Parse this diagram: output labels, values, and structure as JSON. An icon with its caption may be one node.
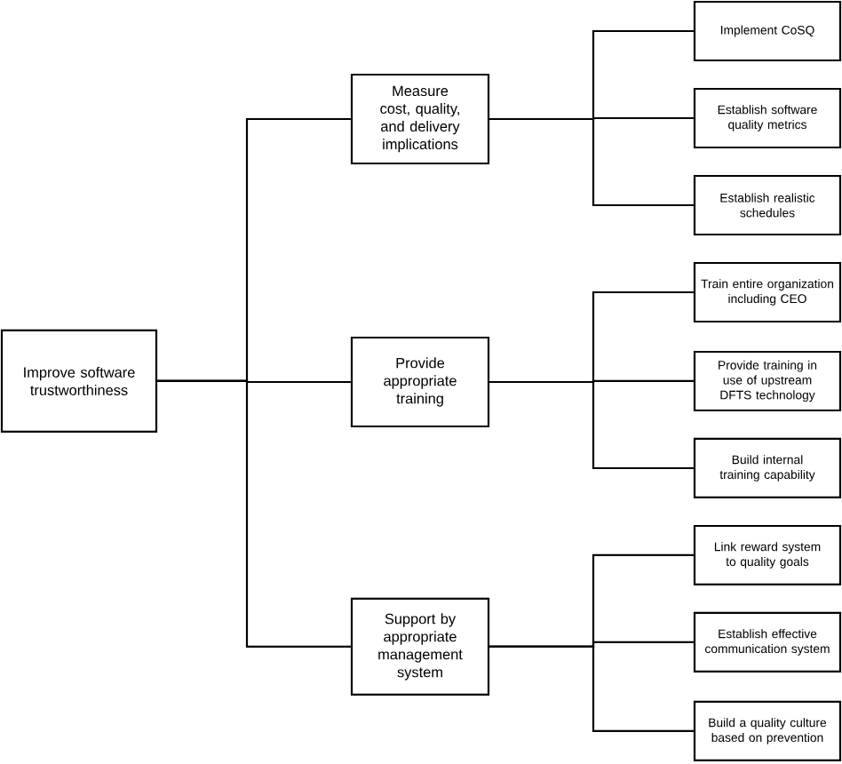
{
  "diagram": {
    "nodes": [
      {
        "text": [
          "Improve software trustworthiness"
        ]
      },
      {
        "text": [
          "Measure cost, quality, and delivery implications"
        ]
      },
      {
        "text": [
          "Provide appropriate training"
        ]
      },
      {
        "text": [
          "Support by appropriate management system"
        ]
      },
      {
        "text": [
          "Implement CoSQ"
        ]
      },
      {
        "text": [
          "Establish software quality metrics"
        ]
      },
      {
        "text": [
          "Establish realistic schedules"
        ]
      },
      {
        "text": [
          "Train entire organization including CEO"
        ]
      },
      {
        "text": [
          "Provide training in use of upstream DFTS technology"
        ]
      },
      {
        "text": [
          "Build internal training capability"
        ]
      },
      {
        "text": [
          "Link reward system to quality goals"
        ]
      },
      {
        "text": [
          "Establish effective communication system"
        ]
      },
      {
        "text": [
          "Build a quality culture based on prevention"
        ]
      }
    ],
    "edges": [
      {
        "from": 0,
        "to": 1,
        "arrow": "none"
      },
      {
        "from": 0,
        "to": 2,
        "arrow": "none"
      },
      {
        "from": 0,
        "to": 3,
        "arrow": "none"
      },
      {
        "from": 1,
        "to": 4,
        "arrow": "none"
      },
      {
        "from": 1,
        "to": 5,
        "arrow": "none"
      },
      {
        "from": 1,
        "to": 6,
        "arrow": "none"
      },
      {
        "from": 2,
        "to": 7,
        "arrow": "none"
      },
      {
        "from": 2,
        "to": 8,
        "arrow": "none"
      },
      {
        "from": 2,
        "to": 9,
        "arrow": "none"
      },
      {
        "from": 3,
        "to": 10,
        "arrow": "none"
      },
      {
        "from": 3,
        "to": 11,
        "arrow": "none"
      },
      {
        "from": 3,
        "to": 12,
        "arrow": "none"
      }
    ]
  }
}
